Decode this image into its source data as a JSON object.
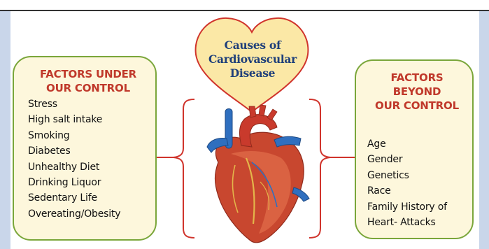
{
  "title": "Causes of\nCardiovascular\nDisease",
  "left_box": {
    "title": "FACTORS UNDER\nOUR CONTROL",
    "items": [
      "Stress",
      "High salt intake",
      "Smoking",
      "Diabetes",
      "Unhealthy Diet",
      "Drinking Liquor",
      "Sedentary Life",
      "Overeating/Obesity"
    ]
  },
  "right_box": {
    "title": "FACTORS BEYOND\nOUR CONTROL",
    "items": [
      "Age",
      "Gender",
      "Genetics",
      "Race",
      "Family History of",
      "Heart- Attacks"
    ]
  },
  "colors": {
    "box_fill": "#fdf7dc",
    "box_border": "#7aa63a",
    "box_title": "#c0392b",
    "heart_title": "#1f3f7a",
    "bracket": "#d0342c",
    "side_band": "#c9d6ea"
  }
}
